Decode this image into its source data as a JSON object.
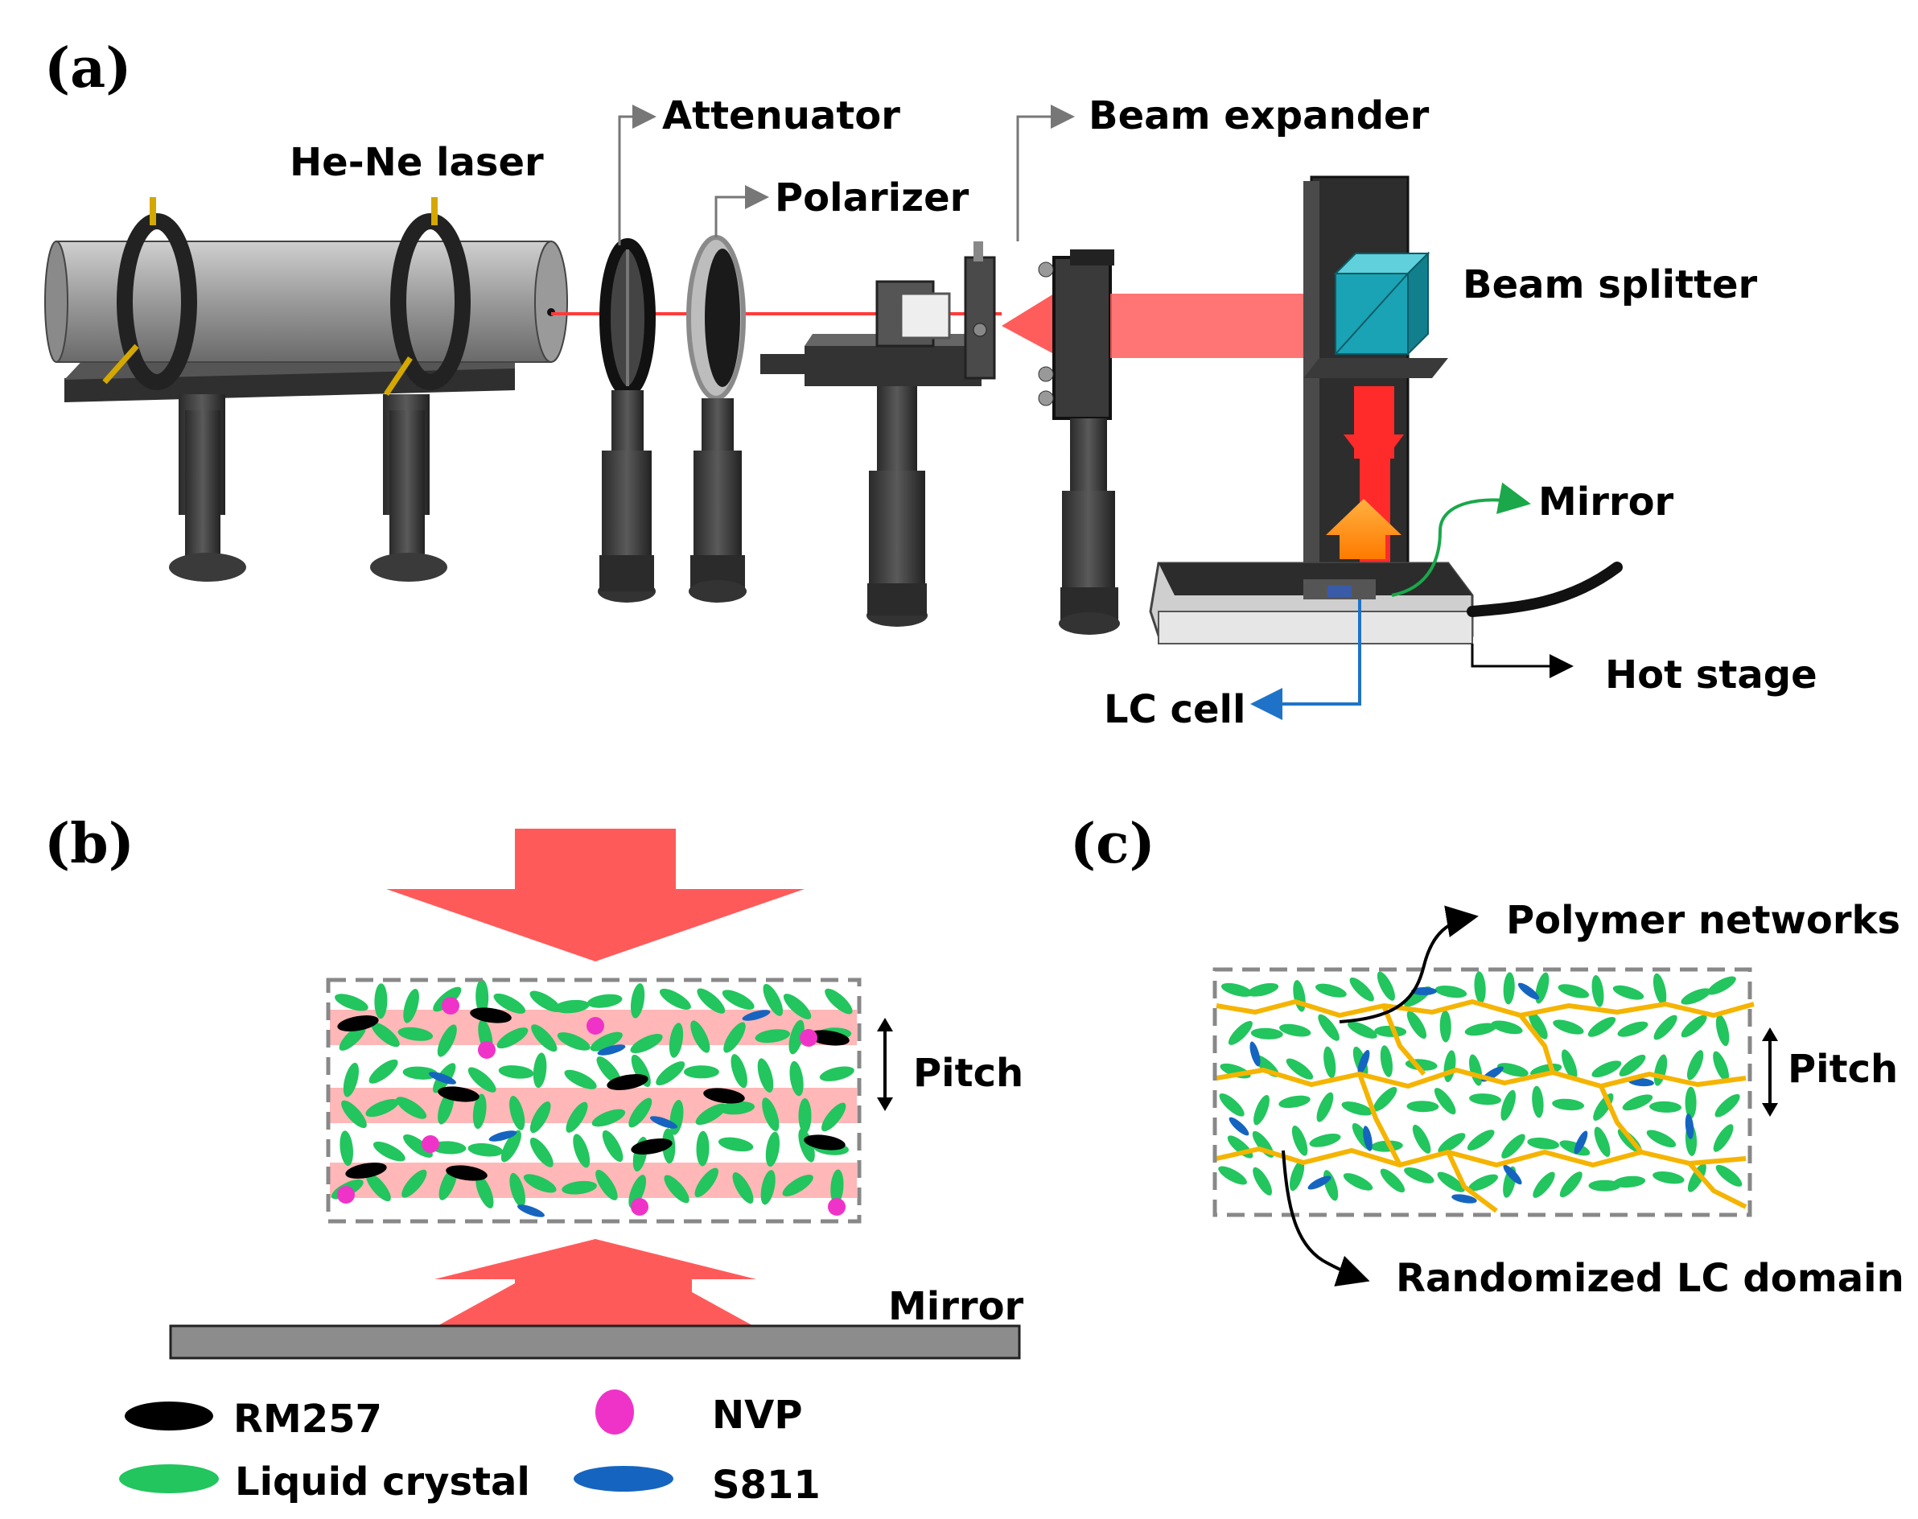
{
  "panels": {
    "a": {
      "label": "(a)",
      "components": {
        "laser": "He-Ne laser",
        "attenuator": "Attenuator",
        "polarizer": "Polarizer",
        "beam_expander": "Beam expander",
        "beam_splitter": "Beam splitter",
        "mirror": "Mirror",
        "hot_stage": "Hot stage",
        "lc_cell": "LC cell"
      }
    },
    "b": {
      "label": "(b)",
      "pitch": "Pitch",
      "mirror": "Mirror",
      "legend": {
        "rm257": "RM257",
        "liquid_crystal": "Liquid crystal",
        "nvp": "NVP",
        "s811": "S811"
      }
    },
    "c": {
      "label": "(c)",
      "pitch": "Pitch",
      "polymer_networks": "Polymer networks",
      "randomized_domain": "Randomized LC domain"
    }
  },
  "colors": {
    "laser_beam": "#ff3b3b",
    "beam_light": "#ff6b6b",
    "liquid_crystal": "#22c55e",
    "rm257": "#000000",
    "nvp": "#f033c8",
    "s811": "#1565c0",
    "polymer": "#f5b400",
    "metal_dark": "#3a3a3a",
    "metal_mid": "#8a8a8a",
    "splitter": "#1aa3b5",
    "lc_cell_pointer": "#1e73c8",
    "mirror_pointer": "#1aa84a"
  }
}
